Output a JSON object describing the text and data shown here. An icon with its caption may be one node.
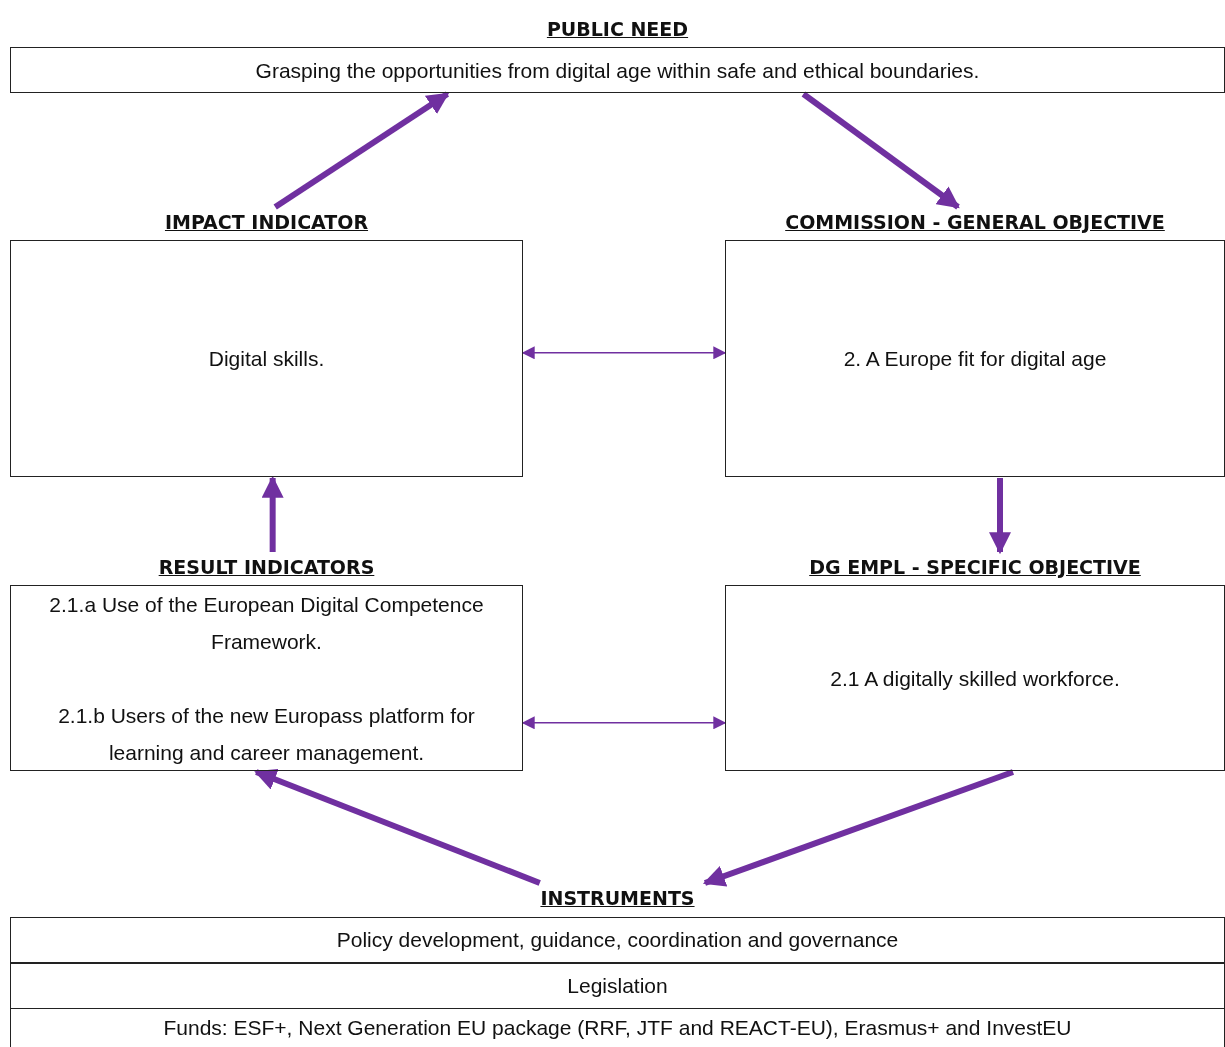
{
  "diagram": {
    "nodes": [
      {
        "text": [
          "PUBLIC NEED",
          "Grasping the opportunities from digital age within safe and ethical boundaries."
        ]
      },
      {
        "text": [
          "IMPACT INDICATOR",
          "Digital skills."
        ]
      },
      {
        "text": [
          "COMMISSION - GENERAL OBJECTIVE",
          "2. A Europe fit for digital age"
        ]
      },
      {
        "text": [
          "RESULT INDICATORS",
          "2.1.a Use of the European Digital Competence Framework.",
          "2.1.b Users of the new Europass platform for learning and career management."
        ]
      },
      {
        "text": [
          "DG EMPL - SPECIFIC OBJECTIVE",
          "2.1 A digitally skilled workforce."
        ]
      },
      {
        "text": [
          "INSTRUMENTS"
        ]
      },
      {
        "text": [
          "Policy development, guidance, coordination and governance"
        ],
        "in": 5
      },
      {
        "text": [
          "Legislation"
        ],
        "in": 5
      },
      {
        "text": [
          "Funds: ESF+, Next Generation EU package (RRF, JTF and REACT-EU), Erasmus+ and InvestEU"
        ],
        "in": 5
      }
    ],
    "edges": [
      {
        "from": 1,
        "to": 0,
        "arrow": "to"
      },
      {
        "from": 0,
        "to": 2,
        "arrow": "to"
      },
      {
        "from": 1,
        "to": 2,
        "arrow": "both"
      },
      {
        "from": 2,
        "to": 4,
        "arrow": "to"
      },
      {
        "from": 3,
        "to": 1,
        "arrow": "to"
      },
      {
        "from": 3,
        "to": 4,
        "arrow": "both"
      },
      {
        "from": 4,
        "to": 5,
        "arrow": "to"
      },
      {
        "from": 5,
        "to": 3,
        "arrow": "to"
      }
    ]
  }
}
